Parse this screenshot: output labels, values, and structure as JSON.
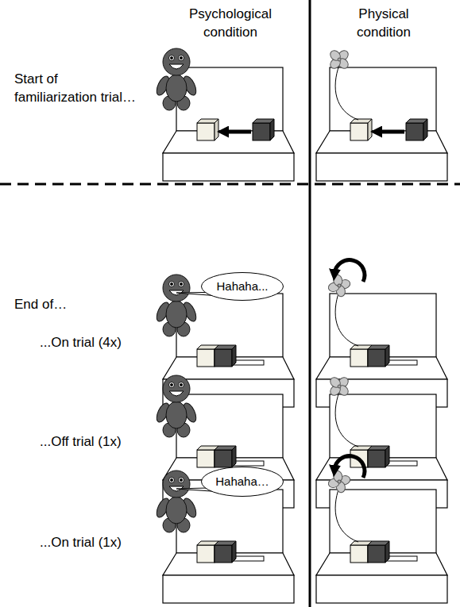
{
  "diagram": {
    "nodes": [
      {
        "text": [
          "Hahaha..."
        ]
      },
      {
        "text": [
          "Hahaha…"
        ]
      }
    ],
    "labels": [
      "Psychological condition",
      "Physical condition",
      "Start of familiarization trial…",
      "End of…",
      "...On trial (4x)",
      "...Off trial (1x)",
      "...On trial (1x)"
    ]
  }
}
